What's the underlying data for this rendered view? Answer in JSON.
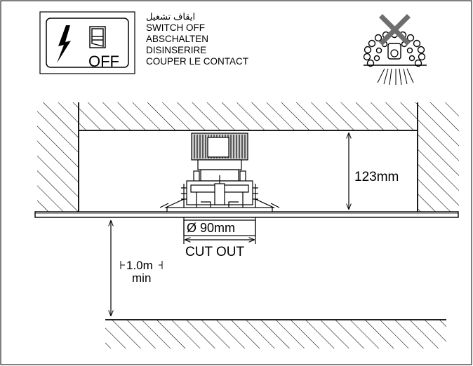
{
  "warning": {
    "off_label": "OFF",
    "lines": [
      "ايقاف تشغيل",
      "SWITCH OFF",
      "ABSCHALTEN",
      "DISINSERIRE",
      "COUPER LE CONTACT"
    ]
  },
  "dimensions": {
    "height_label": "123mm",
    "cutout_diameter": "Ø 90mm",
    "cutout_caption": "CUT OUT",
    "clearance_value": "1.0m",
    "clearance_min": "min"
  },
  "icons": {
    "power": "lightning-bolt-icon",
    "switch": "switch-icon",
    "no_insulation": "no-insulation-cover-icon"
  }
}
